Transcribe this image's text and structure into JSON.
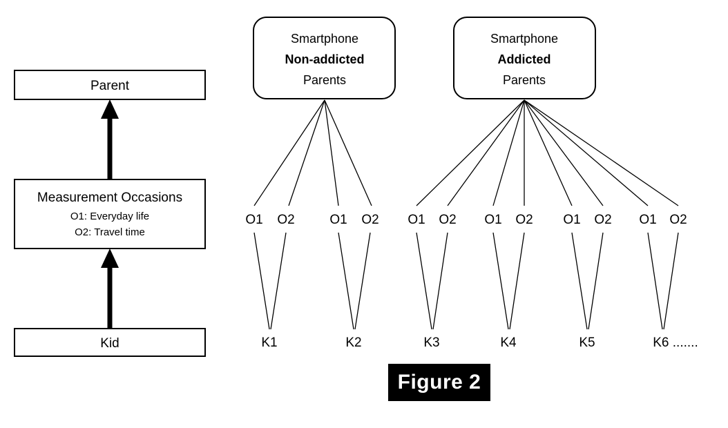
{
  "figure": {
    "caption": "Figure 2",
    "caption_bg_color": "#000000",
    "caption_text_color": "#ffffff"
  },
  "legend_panel": {
    "parent_box": {
      "label": "Parent"
    },
    "measurement_box": {
      "title": "Measurement Occasions",
      "line1": "O1: Everyday life",
      "line2": "O2: Travel time"
    },
    "kid_box": {
      "label": "Kid"
    },
    "arrows": [
      "arrow-kid-to-measurement",
      "arrow-measurement-to-parent"
    ]
  },
  "model_panel": {
    "groups": [
      {
        "id": "non-addicted",
        "line1": "Smartphone",
        "line2": "Non-addicted",
        "line3": "Parents",
        "occasions": [
          "O1",
          "O2",
          "O1",
          "O2"
        ],
        "kids": [
          "K1",
          "K2"
        ]
      },
      {
        "id": "addicted",
        "line1": "Smartphone",
        "line2": "Addicted",
        "line3": "Parents",
        "occasions": [
          "O1",
          "O2",
          "O1",
          "O2",
          "O1",
          "O2",
          "O1",
          "O2"
        ],
        "kids": [
          "K3",
          "K4",
          "K5",
          "K6 ......."
        ]
      }
    ]
  },
  "colors": {
    "stroke": "#000000",
    "fill": "#ffffff",
    "background": "#ffffff"
  }
}
